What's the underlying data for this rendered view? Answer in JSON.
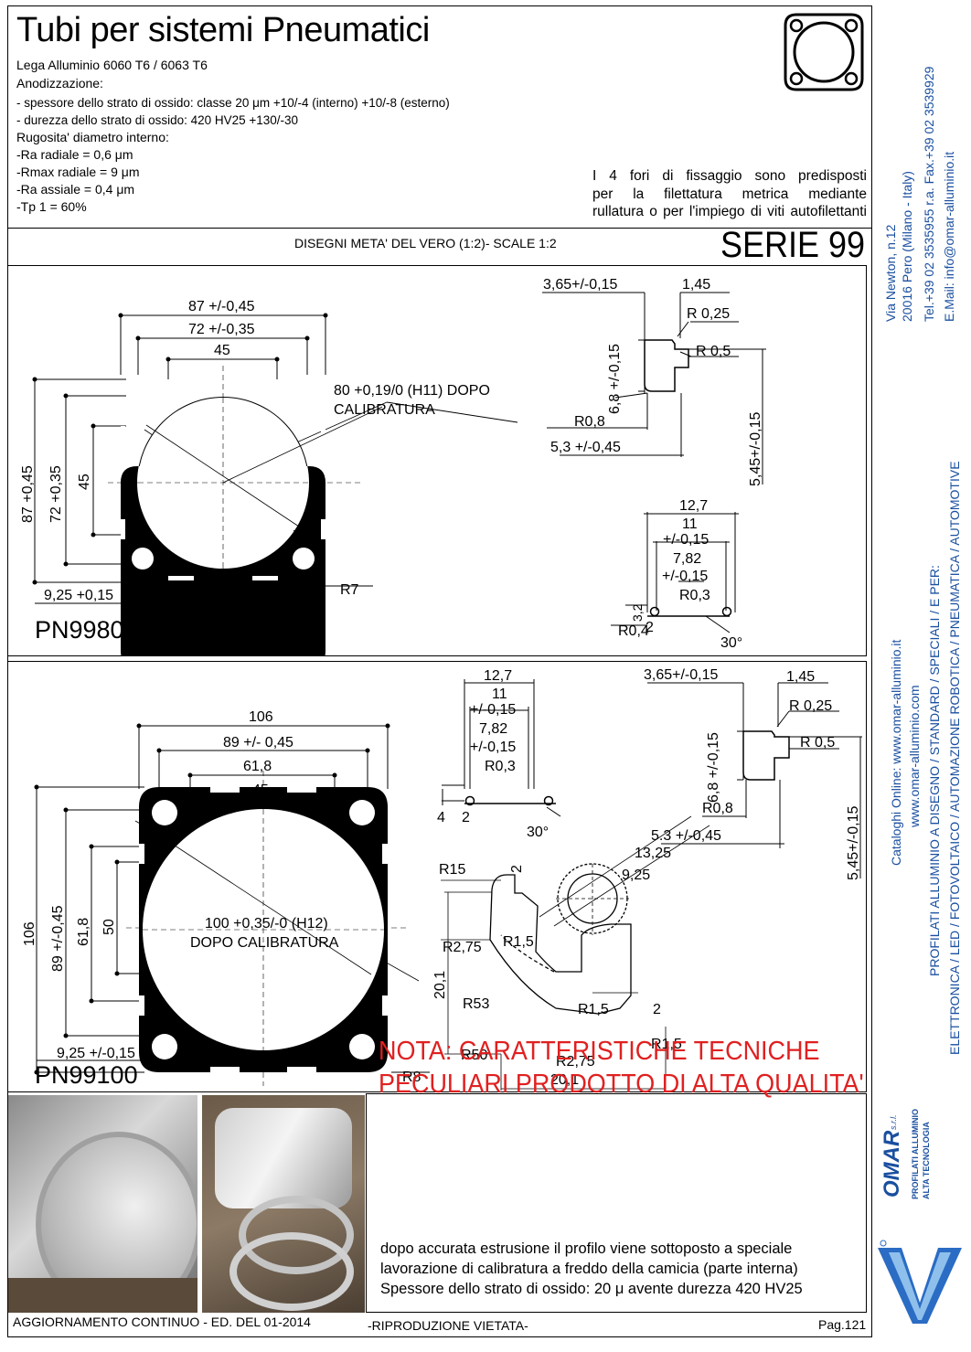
{
  "header": {
    "title": "Tubi per sistemi Pneumatici",
    "specs": [
      "Lega Alluminio 6060 T6 / 6063 T6",
      "Anodizzazione:",
      "- spessore dello strato di ossido: classe 20 μm +10/-4 (interno)  +10/-8 (esterno)",
      "- durezza dello strato di ossido: 420 HV25 +130/-30",
      "Rugosita' diametro interno:",
      "-Ra radiale = 0,6 μm",
      "-Rmax radiale = 9 μm",
      "-Ra assiale = 0,4 μm",
      "-Tp 1 = 60%"
    ],
    "note_fori": [
      "I 4 fori di fissaggio sono predisposti",
      "per la filettatura metrica mediante",
      "rullatura o per l'impiego di viti autofilettanti"
    ],
    "scale_line": "DISEGNI META' DEL VERO (1:2)- SCALE 1:2",
    "serie": "SERIE 99"
  },
  "pn9980": {
    "code": "PN9980",
    "dims": {
      "w87": "87 +/-0,45",
      "w72": "72 +/-0,35",
      "w45": "45",
      "bore": "80 +0,19/0 (H11) DOPO",
      "bore2": "CALIBRATURA",
      "h87": "87 +0,45",
      "h72": "72 +0,35",
      "h45": "45",
      "r7": "R7",
      "off": "9,25 +0,15"
    },
    "detail_a": {
      "d365": "3,65+/-0,15",
      "d145": "1,45",
      "r025": "R 0,25",
      "r05": "R 0,5",
      "h68": "6,8 +/-0,15",
      "r08": "R0,8",
      "d53": "5,3 +/-0,45",
      "h545": "5,45+/-0,15"
    },
    "detail_b": {
      "d127": "12,7",
      "d11": "11",
      "tol1": "+/-0,15",
      "d782": "7,82",
      "tol2": "+/-0,15",
      "r03": "R0,3",
      "h32": "3,2",
      "r04": "R0,4",
      "d2": "2",
      "a30": "30°"
    }
  },
  "pn99100": {
    "code": "PN99100",
    "dims": {
      "w106": "106",
      "w89": "89 +/- 0,45",
      "w618": "61,8",
      "w45": "45",
      "bore": "100 +0,35/-0 (H12)",
      "bore2": "DOPO CALIBRATURA",
      "h106": "106",
      "h89": "89 +/-0,45",
      "h618": "61,8",
      "h50": "50",
      "r8": "R8",
      "off": "9,25 +/-0,15"
    },
    "detail_a": {
      "d127": "12,7",
      "d11": "11",
      "tol1": "+/-0,15",
      "d782": "7,82",
      "tol2": "+/-0,15",
      "r03": "R0,3",
      "h4": "4",
      "d2": "2",
      "a30": "30°"
    },
    "detail_b": {
      "d365": "3,65+/-0,15",
      "d145": "1,45",
      "r025": "R 0,25",
      "r05": "R 0,5",
      "h68": "6,8 +/-0,15",
      "r08": "R0,8",
      "d53": "5.3 +/-0,45",
      "h545": "5,45+/-0,15"
    },
    "corner": {
      "r15": "R15",
      "d2a": "2",
      "d1325": "13,25",
      "d925": "9,25",
      "r275a": "R2,75",
      "r15b": "R1,5",
      "h201": "20,1",
      "r53": "R53",
      "r15c": "R1,5",
      "d2b": "2",
      "r50": "R50",
      "r15d": "R1,5",
      "r275b": "R2,75",
      "w201": "20,1"
    }
  },
  "nota": {
    "title": [
      "NOTA: CARATTERISTICHE TECNICHE",
      "PECULIARI PRODOTTO DI ALTA QUALITA'"
    ],
    "body": [
      "dopo accurata estrusione il profilo viene sottoposto a speciale",
      "lavorazione di calibratura a freddo della camicia (parte interna)",
      "Spessore dello strato di ossido: 20 μ avente durezza 420 HV25"
    ]
  },
  "footer": {
    "edition": "AGGIORNAMENTO CONTINUO - ED. DEL 01-2014",
    "riproduzione": "-RIPRODUZIONE VIETATA-",
    "page": "Pag.121"
  },
  "sidebar": {
    "address": [
      "Via Newton, n.12",
      "20016 Pero (Milano - Italy)",
      "Tel.+39 02 3535955 r.a. Fax.+39 02 3539929",
      "E.Mail: info@omar-alluminio.it"
    ],
    "catalog": [
      "Cataloghi Online: www.omar-alluminio.it",
      "www.omar-alluminio.com"
    ],
    "sectors": [
      "PROFILATI ALLUMINIO A DISEGNO / STANDARD / SPECIALI / E PER:",
      "ELETTRONICA / LED / FOTOVOLTAICO / AUTOMAZIONE ROBOTICA / PNEUMATICA / AUTOMOTIVE"
    ],
    "logo": {
      "brand": "OMAR",
      "suffix": "s.r.l.",
      "tag1": "PROFILATI ALLUMINIO",
      "tag2": "ALTA TECNOLOGIA"
    }
  },
  "colors": {
    "accent_red": "#e02020",
    "sidebar_blue": "#1a4fa0"
  }
}
